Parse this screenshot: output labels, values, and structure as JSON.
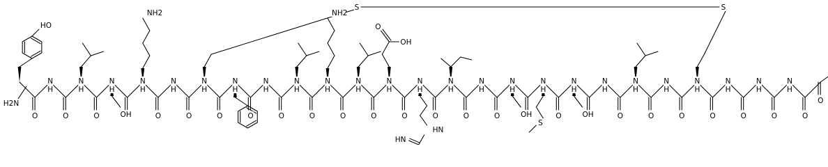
{
  "figure": {
    "kind": "peptide-structure",
    "colors": {
      "bond": "#000000",
      "background": "#ffffff"
    },
    "atom_labels": {
      "S": "S",
      "NH": "N",
      "H": "H",
      "NH2": "NH2",
      "OH": "OH",
      "HO": "HO",
      "O": "O",
      "H2N": "H2N",
      "HN": "HN"
    }
  }
}
